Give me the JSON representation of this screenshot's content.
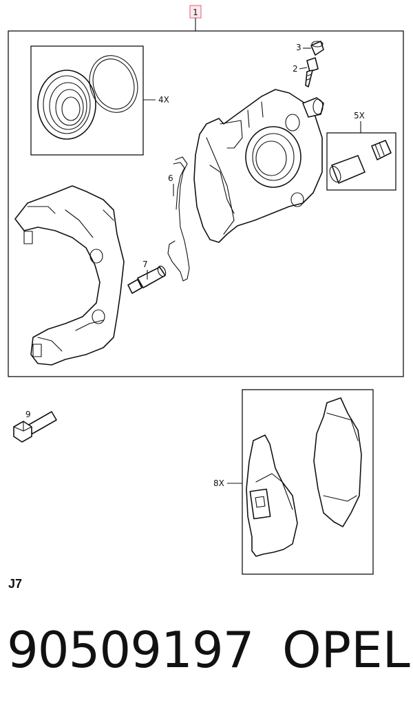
{
  "callouts": {
    "c1": "1",
    "c2": "2",
    "c3": "3",
    "c4": "4X",
    "c5": "5X",
    "c6": "6",
    "c7": "7",
    "c8": "8X",
    "c9": "9"
  },
  "ref_code": "J7",
  "part_number": "90509197",
  "brand": "OPEL",
  "colors": {
    "callout_1_border": "#e07a8a",
    "callout_1_fill": "#fde8ec",
    "line": "#111111"
  }
}
